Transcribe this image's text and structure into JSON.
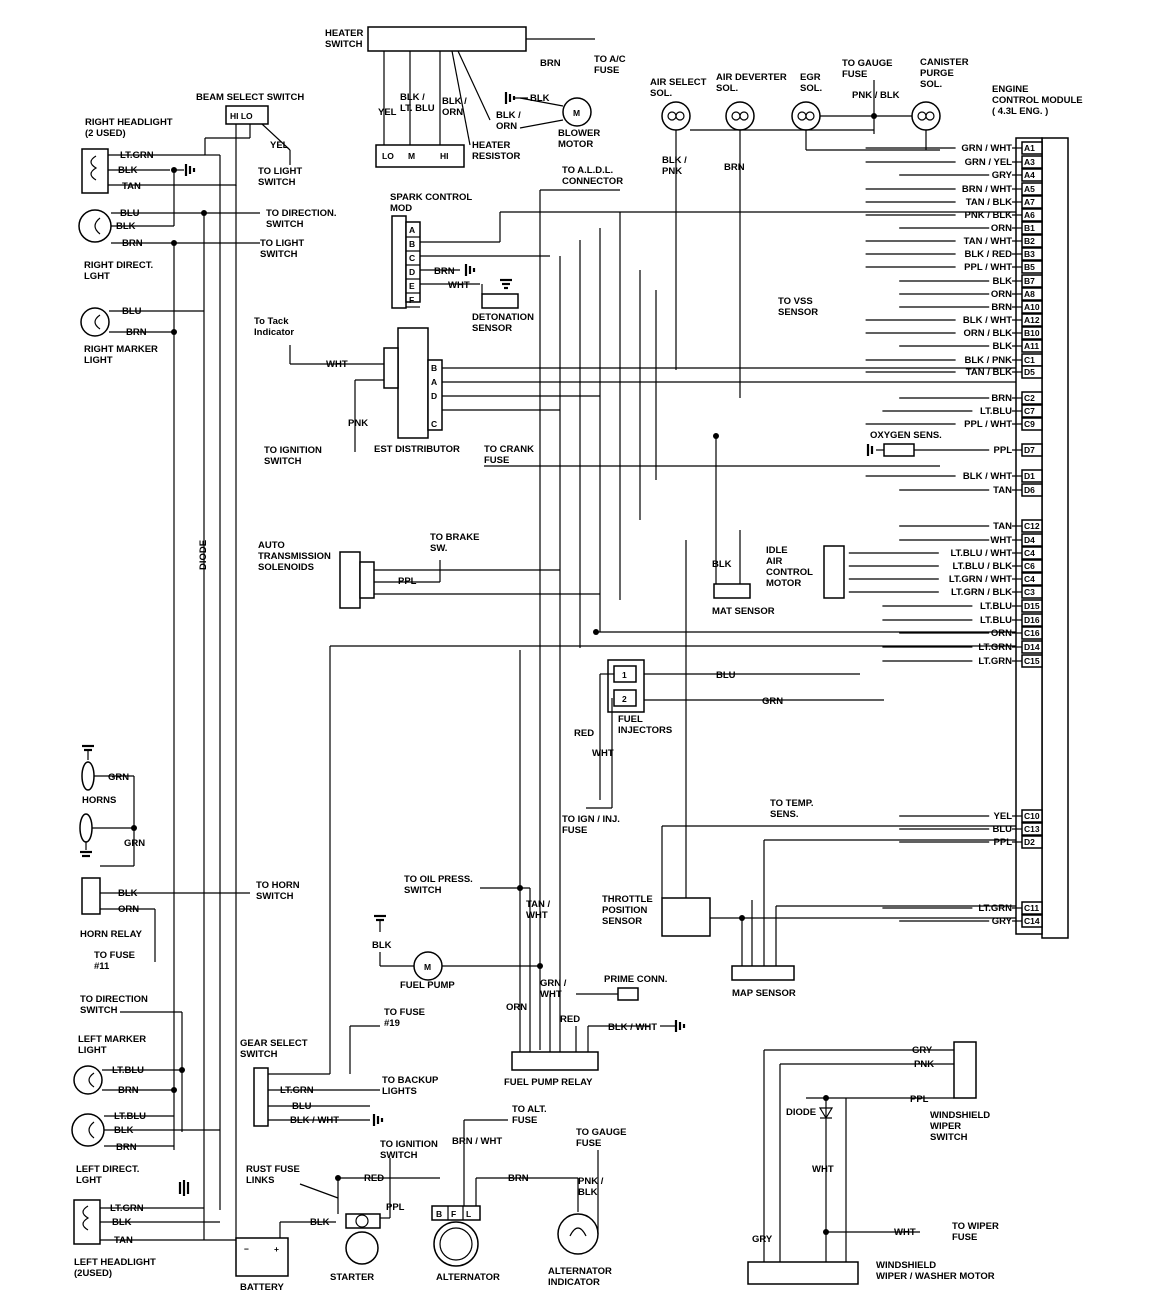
{
  "components": {
    "heater_switch": "HEATER\nSWITCH",
    "beam_select": "BEAM SELECT SWITCH",
    "beam_hi_lo": "HI  LO",
    "right_headlight": "RIGHT HEADLIGHT\n(2 USED)",
    "right_direct": "RIGHT DIRECT.\nLGHT",
    "right_marker": "RIGHT MARKER\nLIGHT",
    "heater_resistor": "HEATER\nRESISTOR",
    "blower_motor": "BLOWER\nMOTOR",
    "air_select": "AIR SELECT\nSOL.",
    "air_deverter": "AIR DEVERTER\nSOL.",
    "egr": "EGR\nSOL.",
    "canister": "CANISTER\nPURGE\nSOL.",
    "ecm": "ENGINE\nCONTROL MODULE\n( 4.3L ENG. )",
    "spark_control": "SPARK CONTROL\nMOD",
    "detonation": "DETONATION\nSENSOR",
    "est": "EST DISTRIBUTOR",
    "oxygen": "OXYGEN SENS.",
    "idle_air": "IDLE\nAIR\nCONTROL\nMOTOR",
    "mat_sensor": "MAT SENSOR",
    "auto_trans": "AUTO\nTRANSMISSION\nSOLENOIDS",
    "fuel_injectors": "FUEL\nINJECTORS",
    "horns": "HORNS",
    "horn_relay": "HORN RELAY",
    "throttle": "THROTTLE\nPOSITION\nSENSOR",
    "map_sensor": "MAP SENSOR",
    "fuel_pump": "FUEL PUMP",
    "fuel_pump_relay": "FUEL PUMP RELAY",
    "prime_conn": "PRIME CONN.",
    "gear_select": "GEAR SELECT\nSWITCH",
    "left_marker": "LEFT MARKER\nLIGHT",
    "left_direct": "LEFT DIRECT.\nLGHT",
    "left_headlight": "LEFT HEADLIGHT\n(2USED)",
    "battery": "BATTERY",
    "starter": "STARTER",
    "alternator": "ALTERNATOR",
    "alt_indicator": "ALTERNATOR\nINDICATOR",
    "rust_fuse": "RUST FUSE\nLINKS",
    "windshield_switch": "WINDSHIELD\nWIPER\nSWITCH",
    "windshield_motor": "WINDSHIELD\nWIPER / WASHER MOTOR",
    "diode_vertical": "DIODE",
    "diode_wiper": "DIODE"
  },
  "notes": {
    "to_ac_fuse": "TO A/C\nFUSE",
    "to_light_switch_1": "TO LIGHT\nSWITCH",
    "to_direction_switch_1": "TO DIRECTION.\nSWITCH",
    "to_light_switch_2": "TO LIGHT\nSWITCH",
    "to_aldl": "TO A.L.D.L.\nCONNECTOR",
    "to_gauge_fuse_1": "TO GAUGE\nFUSE",
    "to_vss": "TO VSS\nSENSOR",
    "to_tack": "To Tack\nIndicator",
    "to_ign_switch_1": "TO IGNITION\nSWITCH",
    "to_crank_fuse": "TO CRANK\nFUSE",
    "to_brake_sw": "TO BRAKE\nSW.",
    "to_ign_inj_fuse": "TO IGN / INJ.\nFUSE",
    "to_temp_sens": "TO TEMP.\nSENS.",
    "to_horn_switch": "TO HORN\nSWITCH",
    "to_fuse_11": "TO FUSE\n#11",
    "to_oil_press": "TO OIL PRESS.\nSWITCH",
    "to_direction_switch_2": "TO DIRECTION\nSWITCH",
    "to_fuse_19": "TO  FUSE\n#19",
    "to_backup": "TO BACKUP\nLIGHTS",
    "to_alt_fuse": "TO ALT.\nFUSE",
    "to_ign_switch_2": "TO IGNITION\nSWITCH",
    "to_gauge_fuse_2": "TO GAUGE\nFUSE",
    "to_wiper_fuse": "TO WIPER\nFUSE"
  },
  "ecm_pins": [
    "A1",
    "A3",
    "A4",
    "A5",
    "A7",
    "A6",
    "B1",
    "B2",
    "B3",
    "B5",
    "B7",
    "A8",
    "A10",
    "A12",
    "B10",
    "A11",
    "C1",
    "D5",
    "C2",
    "C7",
    "C9",
    "D7",
    "D1",
    "D6",
    "C12",
    "D4",
    "C4",
    "C6",
    "C4",
    "C3",
    "D15",
    "D16",
    "C16",
    "D14",
    "C15",
    "C10",
    "C13",
    "D2",
    "C11",
    "C14"
  ],
  "ecm_wires": [
    "GRN / WHT",
    "GRN / YEL",
    "GRY",
    "BRN / WHT",
    "TAN / BLK",
    "PNK / BLK",
    "ORN",
    "TAN / WHT",
    "BLK / RED",
    "PPL / WHT",
    "BLK",
    "ORN",
    "BRN",
    "BLK / WHT",
    "ORN / BLK",
    "BLK",
    "BLK / PNK",
    "TAN / BLK",
    "BRN",
    "LT.BLU",
    "PPL / WHT",
    "PPL",
    "BLK / WHT",
    "TAN",
    "TAN",
    "WHT",
    "LT.BLU / WHT",
    "LT.BLU / BLK",
    "LT.GRN / WHT",
    "LT.GRN / BLK",
    "LT.BLU",
    "LT.BLU",
    "ORN",
    "LT.GRN",
    "LT.GRN",
    "YEL",
    "BLU",
    "PPL",
    "LT.GRN",
    "GRY"
  ],
  "spark_pins": [
    "A",
    "B",
    "C",
    "D",
    "E",
    "F"
  ],
  "est_pins": [
    "B",
    "A",
    "D",
    "C"
  ],
  "heater_pins": [
    "LO",
    "M",
    "HI"
  ],
  "alt_pins": [
    "B",
    "F",
    "L"
  ],
  "wires": {
    "brn": "BRN",
    "blk": "BLK",
    "yel": "YEL",
    "blk_ltblu": "BLK /\nLT. BLU",
    "blk_orn_1": "BLK /\nORN",
    "blk_orn_2": "BLK /\nORN",
    "blk_m": "BLK",
    "ltgrn": "LT.GRN",
    "tan": "TAN",
    "blu": "BLU",
    "pnk_blk": "PNK / BLK",
    "blk_pnk": "BLK /\nPNK",
    "brn_def": "BRN",
    "brn_spark": "BRN",
    "wht_spark": "WHT",
    "wht_est": "WHT",
    "pnk_est": "PNK",
    "ppl_trans": "PPL",
    "blk_mat": "BLK /",
    "blu_inj": "BLU",
    "grn_inj": "GRN",
    "red_inj": "RED",
    "wht_inj": "WHT",
    "grn_horn1": "GRN",
    "grn_horn2": "GRN",
    "blk_relay": "BLK",
    "orn_relay": "ORN",
    "tan_wht": "TAN /\nWHT",
    "blk_pump": "BLK",
    "grn_wht": "GRN /\nWHT",
    "orn_pump": "ORN",
    "red_pump": "RED",
    "blk_wht_pump": "BLK / WHT",
    "ltblu_l": "LT.BLU",
    "brn_l1": "BRN",
    "ltblu_l2": "LT.BLU",
    "blk_l": "BLK",
    "brn_l2": "BRN",
    "ltgrn_l": "LT.GRN",
    "blk_l2": "BLK",
    "tan_l": "TAN",
    "ltgrn_g": "LT.GRN",
    "blu_g": "BLU",
    "blk_wht_g": "BLK / WHT",
    "red_st": "RED",
    "ppl_st": "PPL",
    "blk_bat": "BLK",
    "brn_wht_alt": "BRN / WHT",
    "brn_alt": "BRN",
    "pnk_blk_alt": "PNK /\nBLK",
    "gry_w": "GRY",
    "pnk_w": "PNK",
    "ppl_w": "PPL",
    "wht_w": "WHT",
    "gry_w2": "GRY",
    "wht_w2": "WHT",
    "yel_lt": "YEL",
    "blk_mat2": "BLK",
    "brn_air": "BRN",
    "blk_pnk_wire": "BLK / PNK"
  }
}
